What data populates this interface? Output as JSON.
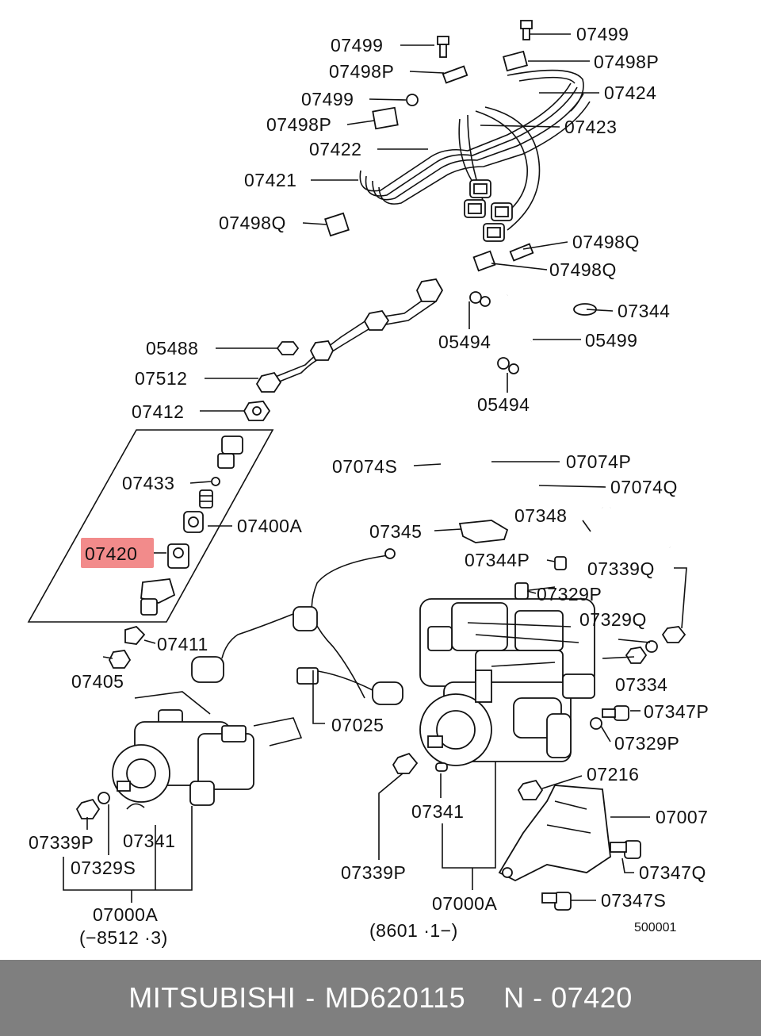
{
  "highlight_color": "#f28b8b",
  "footer": {
    "brand": "MITSUBISHI",
    "part_number": "MD620115",
    "ref": "N - 07420",
    "sep": "-"
  },
  "labels": {
    "l07499a": "07499",
    "l07499b": "07499",
    "l07499c": "07499",
    "l07498Pa": "07498P",
    "l07498Pb": "07498P",
    "l07498Pc": "07498P",
    "l07424": "07424",
    "l07423": "07423",
    "l07422": "07422",
    "l07421": "07421",
    "l07498Qa": "07498Q",
    "l07498Qb": "07498Q",
    "l07498Qc": "07498Q",
    "l07344": "07344",
    "l05499": "05499",
    "l05488": "05488",
    "l05494a": "05494",
    "l05494b": "05494",
    "l07512": "07512",
    "l07412": "07412",
    "l07433": "07433",
    "l07400A": "07400A",
    "l07420": "07420",
    "l07411": "07411",
    "l07405": "07405",
    "l07074S": "07074S",
    "l07074P": "07074P",
    "l07074Q": "07074Q",
    "l07348": "07348",
    "l07345": "07345",
    "l07344P": "07344P",
    "l07339Q": "07339Q",
    "l07329P": "07329P",
    "l07329Q": "07329Q",
    "l07334": "07334",
    "l07347P": "07347P",
    "l07329Pb": "07329P",
    "l07025": "07025",
    "l07216": "07216",
    "l07007": "07007",
    "l07341a": "07341",
    "l07341b": "07341",
    "l07347Q": "07347Q",
    "l07347S": "07347S",
    "l07339Pa": "07339P",
    "l07339Pb": "07339P",
    "l07329S": "07329S",
    "l07000Aa": "07000A",
    "l07000Ab": "07000A",
    "d1": "(−8512 ·3)",
    "d2": "(8601 ·1−)",
    "code": "500001"
  }
}
